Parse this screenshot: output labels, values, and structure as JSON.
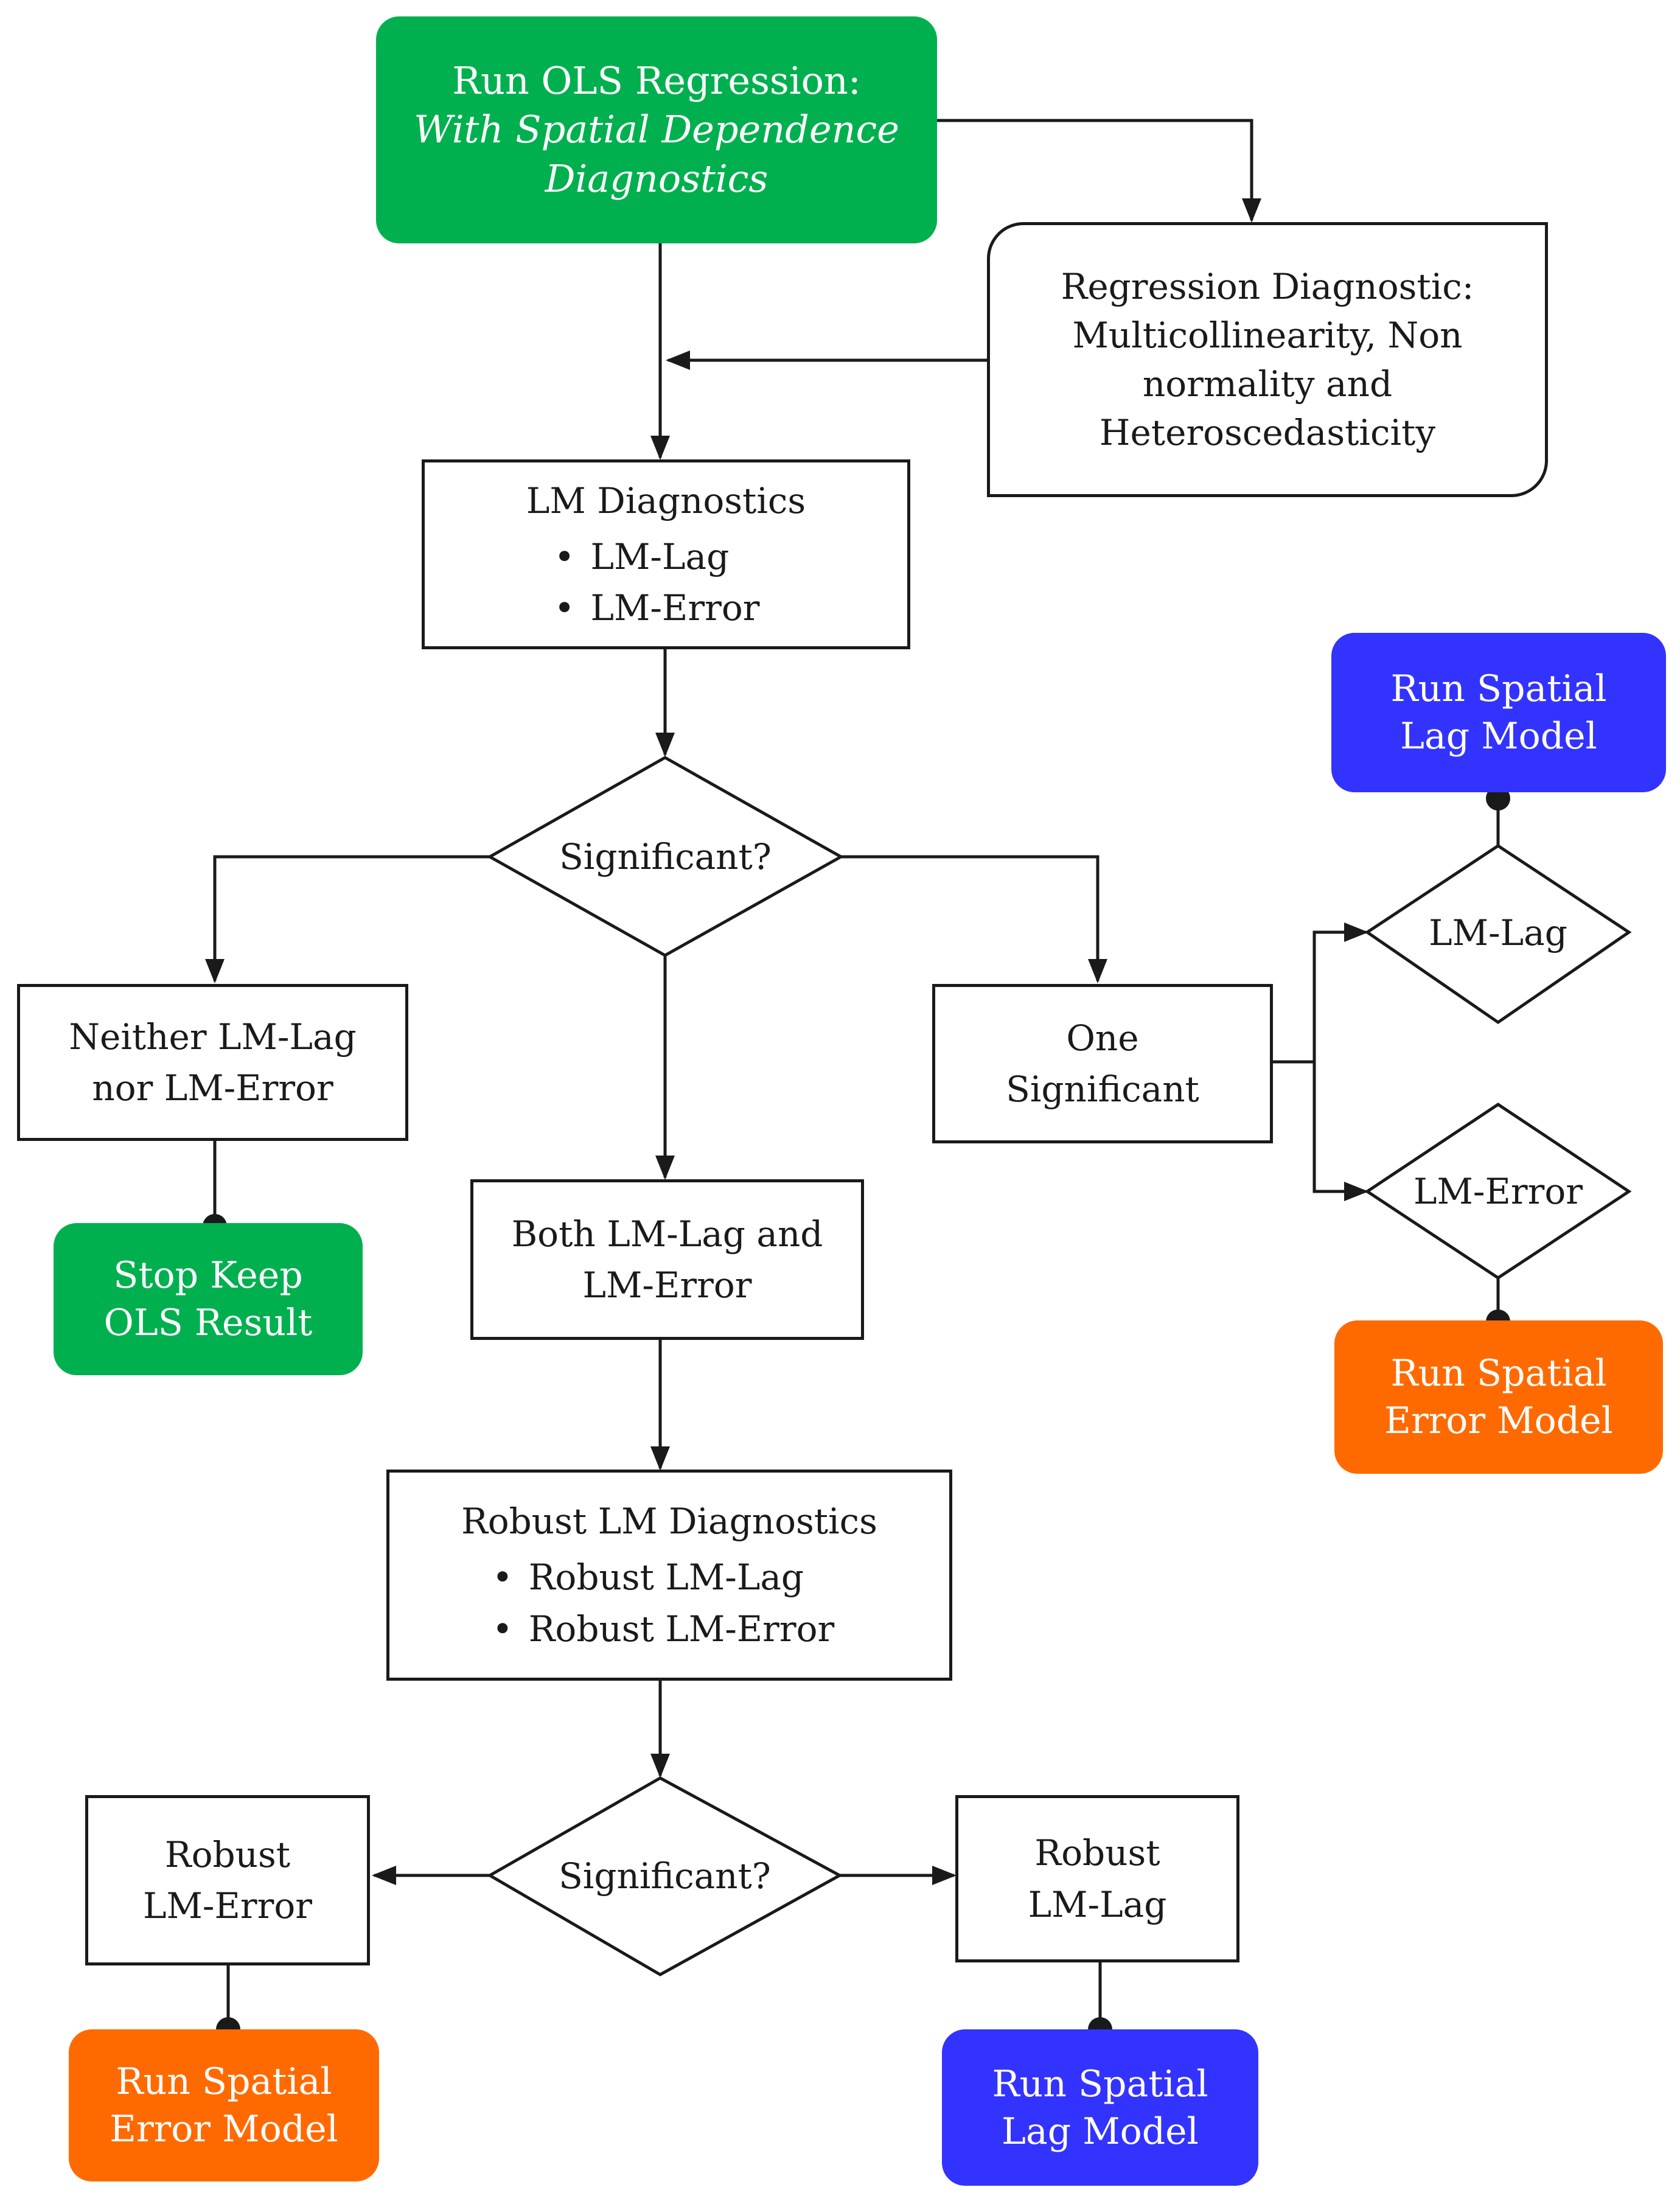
{
  "nodes": {
    "ols": {
      "line1": "Run OLS Regression:",
      "line2": "With Spatial Dependence",
      "line3": "Diagnostics"
    },
    "regdiag": {
      "line1": "Regression Diagnostic:",
      "line2": "Multicollinearity, Non",
      "line3": "normality and",
      "line4": "Heteroscedasticity"
    },
    "lmdiag": {
      "title": "LM Diagnostics",
      "items": [
        "LM-Lag",
        "LM-Error"
      ]
    },
    "sig1": {
      "label": "Significant?"
    },
    "neither": {
      "line1": "Neither LM-Lag",
      "line2": "nor LM-Error"
    },
    "stop": {
      "line1": "Stop Keep",
      "line2": "OLS Result"
    },
    "both": {
      "line1": "Both LM-Lag and",
      "line2": "LM-Error"
    },
    "one": {
      "line1": "One",
      "line2": "Significant"
    },
    "lmlag_d": {
      "label": "LM-Lag"
    },
    "lmerr_d": {
      "label": "LM-Error"
    },
    "spatial_lag_top": {
      "line1": "Run Spatial",
      "line2": "Lag Model"
    },
    "spatial_err_right": {
      "line1": "Run Spatial",
      "line2": "Error Model"
    },
    "robustdiag": {
      "title": "Robust LM Diagnostics",
      "items": [
        "Robust LM-Lag",
        "Robust LM-Error"
      ]
    },
    "sig2": {
      "label": "Significant?"
    },
    "robust_err": {
      "line1": "Robust",
      "line2": "LM-Error"
    },
    "robust_lag": {
      "line1": "Robust",
      "line2": "LM-Lag"
    },
    "spatial_err_bottom": {
      "line1": "Run Spatial",
      "line2": "Error Model"
    },
    "spatial_lag_bottom": {
      "line1": "Run Spatial",
      "line2": "Lag Model"
    }
  },
  "colors": {
    "green": "#00b04f",
    "blue": "#3333ff",
    "orange": "#ff6a00",
    "line": "#1a1a1a"
  }
}
